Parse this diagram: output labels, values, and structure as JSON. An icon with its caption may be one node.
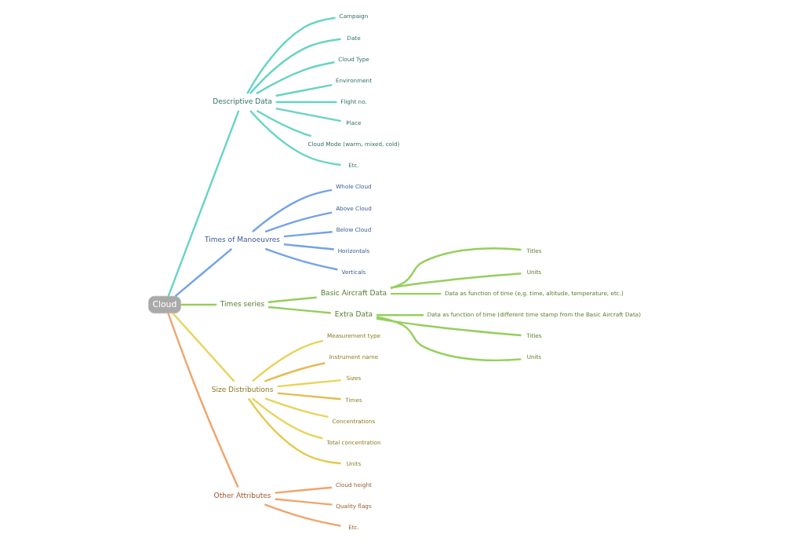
{
  "diagram": {
    "nodes": [
      {
        "text": [
          "Cloud"
        ]
      },
      {
        "text": [
          "Descriptive Data"
        ]
      },
      {
        "text": [
          "Campaign"
        ]
      },
      {
        "text": [
          "Date"
        ]
      },
      {
        "text": [
          "Cloud Type"
        ]
      },
      {
        "text": [
          "Environment"
        ]
      },
      {
        "text": [
          "Flight no."
        ]
      },
      {
        "text": [
          "Place"
        ]
      },
      {
        "text": [
          "Cloud Mode (warm, mixed, cold)"
        ]
      },
      {
        "text": [
          "Etc."
        ]
      },
      {
        "text": [
          "Times of Manoeuvres"
        ]
      },
      {
        "text": [
          "Whole Cloud"
        ]
      },
      {
        "text": [
          "Above Cloud"
        ]
      },
      {
        "text": [
          "Below Cloud"
        ]
      },
      {
        "text": [
          "Horizontals"
        ]
      },
      {
        "text": [
          "Verticals"
        ]
      },
      {
        "text": [
          "Times series"
        ]
      },
      {
        "text": [
          "Basic Aircraft Data"
        ]
      },
      {
        "text": [
          "Titles"
        ]
      },
      {
        "text": [
          "Units"
        ]
      },
      {
        "text": [
          "Data as function of time (e,g. time, altitude, temperature, etc.)"
        ]
      },
      {
        "text": [
          "Extra Data"
        ]
      },
      {
        "text": [
          "Data as function of time (different time stamp from the Basic Aircraft Data)"
        ]
      },
      {
        "text": [
          "Titles"
        ]
      },
      {
        "text": [
          "Units"
        ]
      },
      {
        "text": [
          "Size Distributions"
        ]
      },
      {
        "text": [
          "Measurement type"
        ]
      },
      {
        "text": [
          "Instrument name"
        ]
      },
      {
        "text": [
          "Sizes"
        ]
      },
      {
        "text": [
          "Times"
        ]
      },
      {
        "text": [
          "Concentrations"
        ]
      },
      {
        "text": [
          "Total concentration"
        ]
      },
      {
        "text": [
          "Units"
        ]
      },
      {
        "text": [
          "Other Attributes"
        ]
      },
      {
        "text": [
          "Cloud height"
        ]
      },
      {
        "text": [
          "Quality flags"
        ]
      },
      {
        "text": [
          "Etc."
        ]
      }
    ],
    "edges": [
      {
        "from": 0,
        "to": 1,
        "arrow": "none",
        "color": "#66d4c4"
      },
      {
        "from": 1,
        "to": 2,
        "arrow": "none",
        "color": "#66d4c4"
      },
      {
        "from": 1,
        "to": 3,
        "arrow": "none",
        "color": "#66d4c4"
      },
      {
        "from": 1,
        "to": 4,
        "arrow": "none",
        "color": "#66d4c4"
      },
      {
        "from": 1,
        "to": 5,
        "arrow": "none",
        "color": "#66d4c4"
      },
      {
        "from": 1,
        "to": 6,
        "arrow": "none",
        "color": "#66d4c4"
      },
      {
        "from": 1,
        "to": 7,
        "arrow": "none",
        "color": "#66d4c4"
      },
      {
        "from": 1,
        "to": 8,
        "arrow": "none",
        "color": "#66d4c4"
      },
      {
        "from": 1,
        "to": 9,
        "arrow": "none",
        "color": "#66d4c4"
      },
      {
        "from": 0,
        "to": 10,
        "arrow": "none",
        "color": "#74a2e8"
      },
      {
        "from": 10,
        "to": 11,
        "arrow": "none",
        "color": "#74a2e8"
      },
      {
        "from": 10,
        "to": 12,
        "arrow": "none",
        "color": "#74a2e8"
      },
      {
        "from": 10,
        "to": 13,
        "arrow": "none",
        "color": "#74a2e8"
      },
      {
        "from": 10,
        "to": 14,
        "arrow": "none",
        "color": "#74a2e8"
      },
      {
        "from": 10,
        "to": 15,
        "arrow": "none",
        "color": "#74a2e8"
      },
      {
        "from": 0,
        "to": 16,
        "arrow": "none",
        "color": "#94cf5c"
      },
      {
        "from": 16,
        "to": 17,
        "arrow": "none",
        "color": "#94cf5c"
      },
      {
        "from": 17,
        "to": 18,
        "arrow": "none",
        "color": "#94cf5c"
      },
      {
        "from": 17,
        "to": 19,
        "arrow": "none",
        "color": "#94cf5c"
      },
      {
        "from": 17,
        "to": 20,
        "arrow": "none",
        "color": "#94cf5c"
      },
      {
        "from": 16,
        "to": 21,
        "arrow": "none",
        "color": "#94cf5c"
      },
      {
        "from": 21,
        "to": 22,
        "arrow": "none",
        "color": "#94cf5c"
      },
      {
        "from": 21,
        "to": 23,
        "arrow": "none",
        "color": "#94cf5c"
      },
      {
        "from": 21,
        "to": 24,
        "arrow": "none",
        "color": "#94cf5c"
      },
      {
        "from": 0,
        "to": 25,
        "arrow": "none",
        "color": "#e8d45c"
      },
      {
        "from": 25,
        "to": 26,
        "arrow": "none",
        "color": "#e8d45c"
      },
      {
        "from": 25,
        "to": 27,
        "arrow": "none",
        "color": "#e4bc50"
      },
      {
        "from": 25,
        "to": 28,
        "arrow": "none",
        "color": "#e8d45c"
      },
      {
        "from": 25,
        "to": 29,
        "arrow": "none",
        "color": "#e4bc50"
      },
      {
        "from": 25,
        "to": 30,
        "arrow": "none",
        "color": "#e8d45c"
      },
      {
        "from": 25,
        "to": 31,
        "arrow": "none",
        "color": "#e8d45c"
      },
      {
        "from": 25,
        "to": 32,
        "arrow": "none",
        "color": "#e4c84a"
      },
      {
        "from": 0,
        "to": 33,
        "arrow": "none",
        "color": "#f0a46c"
      },
      {
        "from": 33,
        "to": 34,
        "arrow": "none",
        "color": "#f0a46c"
      },
      {
        "from": 33,
        "to": 35,
        "arrow": "none",
        "color": "#f0a46c"
      },
      {
        "from": 33,
        "to": 36,
        "arrow": "none",
        "color": "#f0a46c"
      }
    ]
  }
}
